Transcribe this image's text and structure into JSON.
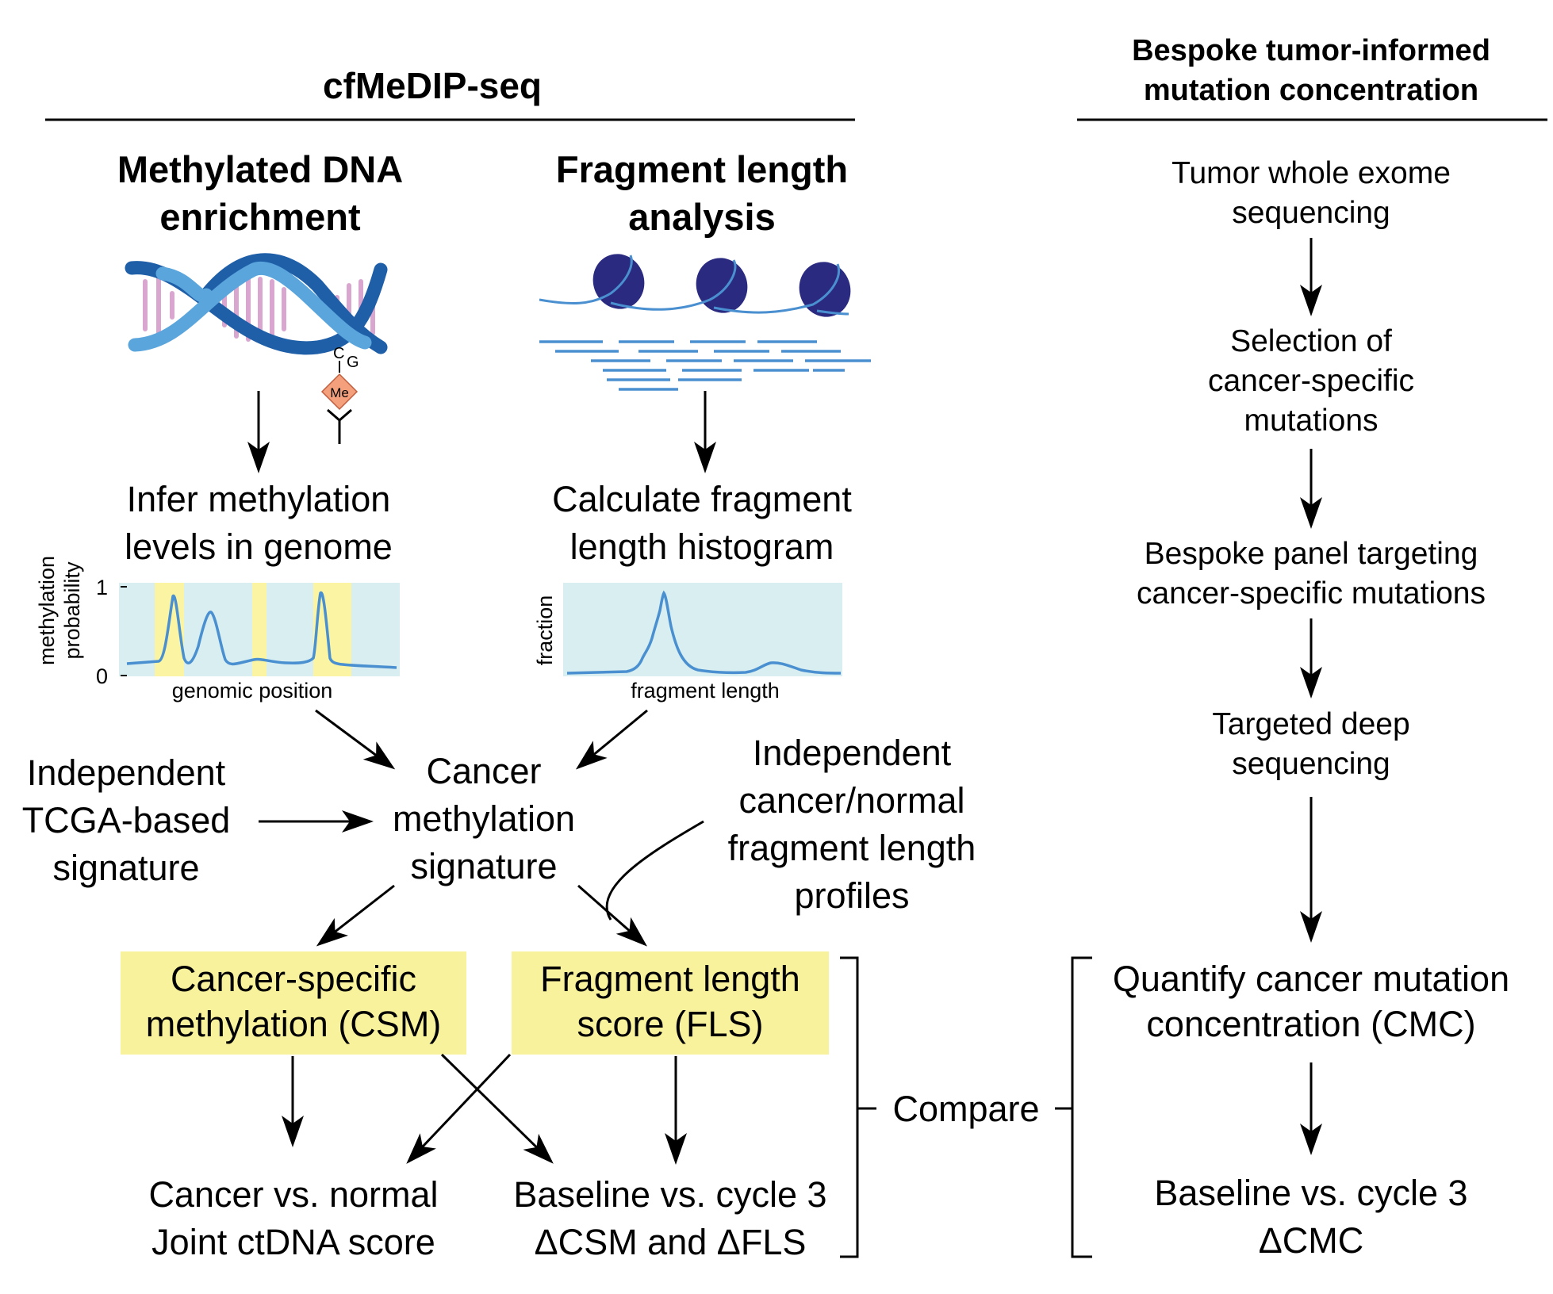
{
  "left_header": "cfMeDIP-seq",
  "right_header": [
    "Bespoke tumor-informed",
    "mutation concentration"
  ],
  "methylated_title": [
    "Methylated DNA",
    "enrichment"
  ],
  "fragment_title": [
    "Fragment length",
    "analysis"
  ],
  "cpg": {
    "c": "C",
    "g": "G",
    "me": "Me"
  },
  "infer_text": [
    "Infer methylation",
    "levels in genome"
  ],
  "calc_text": [
    "Calculate fragment",
    "length histogram"
  ],
  "meth_plot": {
    "ylabel": [
      "methylation",
      "probability"
    ],
    "xlabel": "genomic position",
    "tick_top": "1",
    "tick_bottom": "0"
  },
  "frag_plot": {
    "ylabel": "fraction",
    "xlabel": "fragment length"
  },
  "tcga_text": [
    "Independent",
    "TCGA-based",
    "signature"
  ],
  "cancer_sig_text": [
    "Cancer",
    "methylation",
    "signature"
  ],
  "indep_profiles_text": [
    "Independent",
    "cancer/normal",
    "fragment length",
    "profiles"
  ],
  "csm_box": [
    "Cancer-specific",
    "methylation (CSM)"
  ],
  "fls_box": [
    "Fragment length",
    "score (FLS)"
  ],
  "cancer_vs_normal": [
    "Cancer vs. normal",
    "Joint ctDNA score"
  ],
  "baseline_left": [
    "Baseline vs. cycle 3",
    "ΔCSM and ΔFLS"
  ],
  "compare_text": "Compare",
  "right_steps": {
    "wes": [
      "Tumor whole exome",
      "sequencing"
    ],
    "selection": [
      "Selection of",
      "cancer-specific",
      "mutations"
    ],
    "panel": [
      "Bespoke panel targeting",
      "cancer-specific mutations"
    ],
    "deep": [
      "Targeted deep",
      "sequencing"
    ],
    "quantify": [
      "Quantify cancer mutation",
      "concentration (CMC)"
    ],
    "baseline": [
      "Baseline vs. cycle 3",
      "ΔCMC"
    ]
  },
  "colors": {
    "highlight": "#f9f29c",
    "plot_bg": "#d8eef0",
    "plot_band": "#fbf5a3",
    "line_blue": "#4a90d0",
    "dna_dark": "#1f5fa8",
    "dna_light": "#5aa5dc",
    "rung": "#d9a6d0",
    "nucleosome": "#2a2a80",
    "me_diamond": "#f4a07c"
  }
}
